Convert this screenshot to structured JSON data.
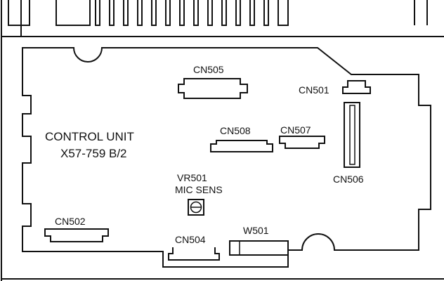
{
  "board": {
    "title_line1": "CONTROL UNIT",
    "title_line2": "X57-759  B/2"
  },
  "trimmer": {
    "ref": "VR501",
    "function": "MIC SENS"
  },
  "connectors": {
    "cn501": "CN501",
    "cn502": "CN502",
    "cn504": "CN504",
    "cn505": "CN505",
    "cn506": "CN506",
    "cn507": "CN507",
    "cn508": "CN508",
    "w501": "W501"
  },
  "colors": {
    "line": "#111111",
    "background": "#ffffff"
  }
}
